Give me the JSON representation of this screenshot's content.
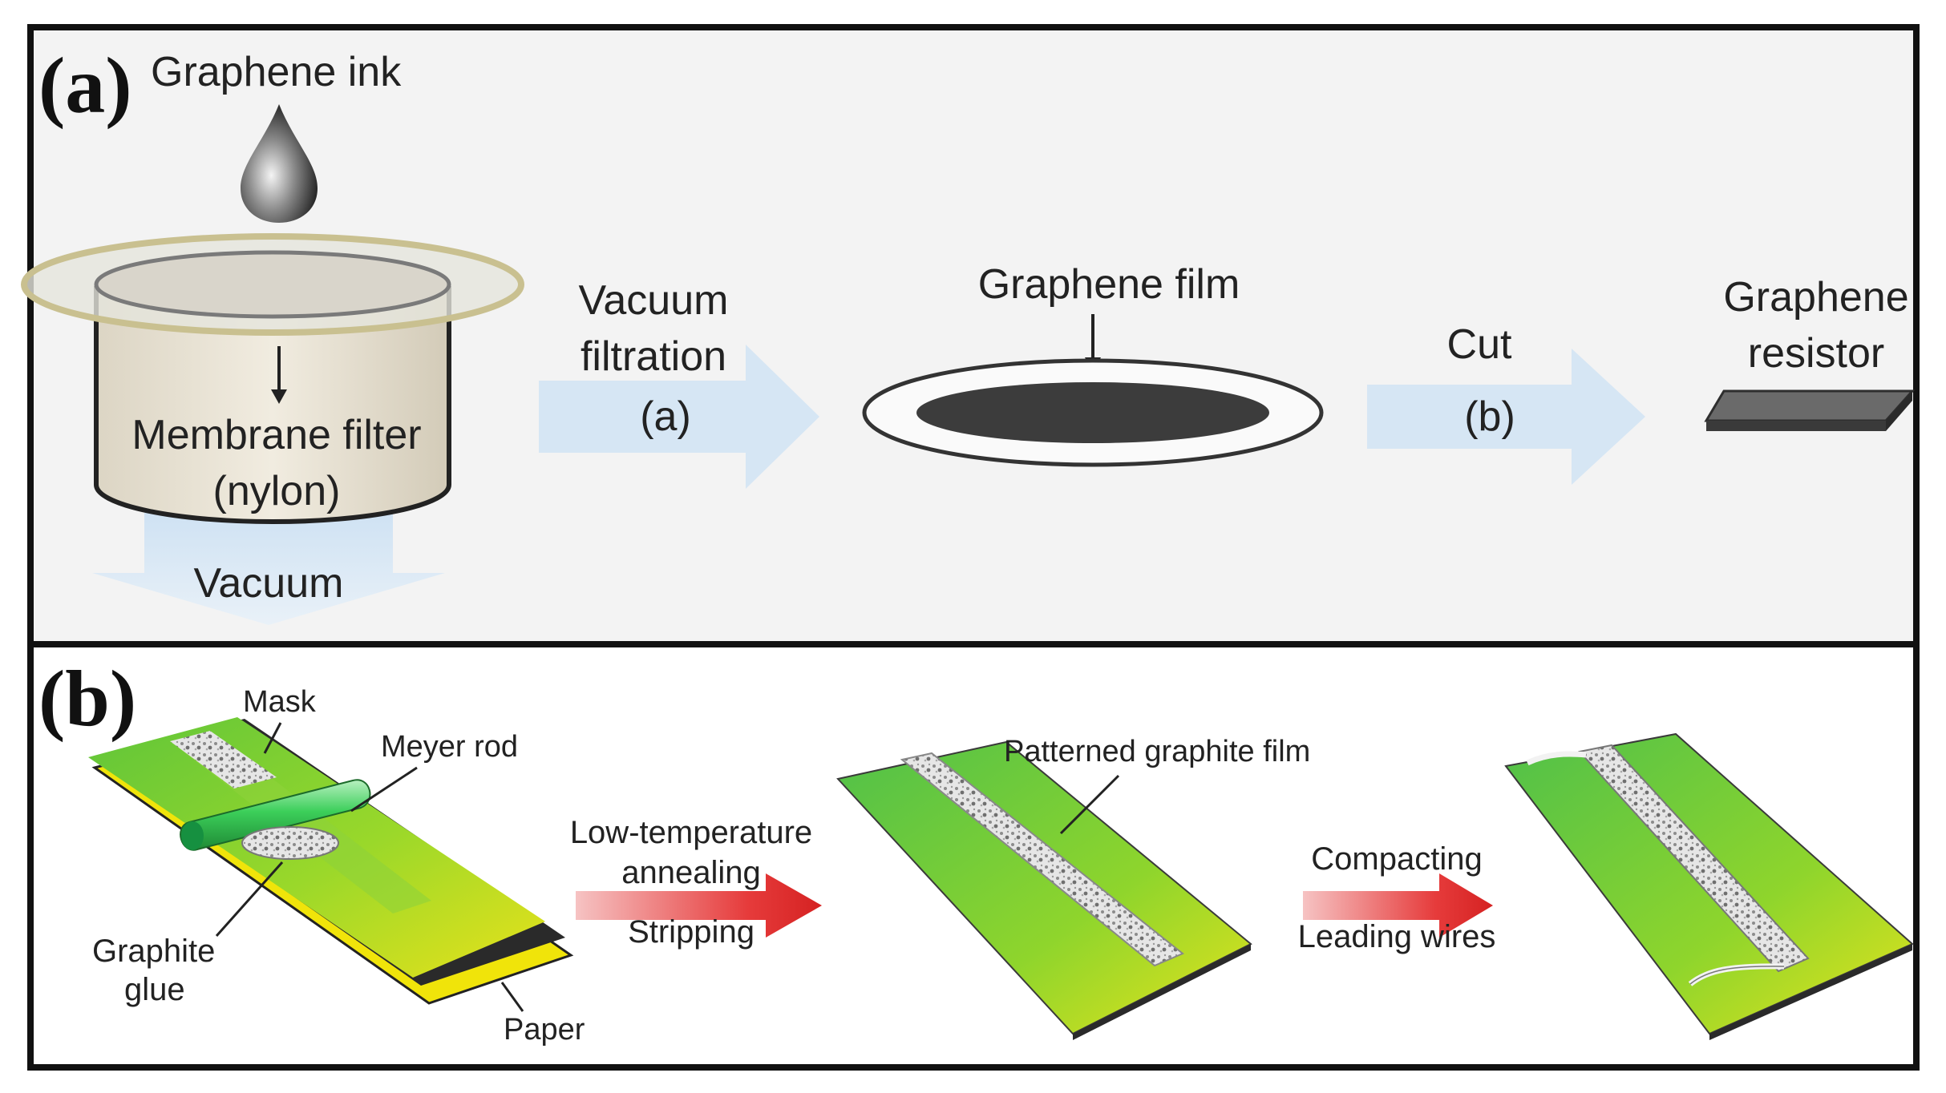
{
  "panel_a": {
    "letter": "(a)",
    "ink_label": "Graphene ink",
    "filter_label_line1": "Membrane filter",
    "filter_label_line2": "(nylon)",
    "vacuum_label": "Vacuum",
    "arrow1_line1": "Vacuum",
    "arrow1_line2": "filtration",
    "arrow1_line3": "(a)",
    "film_label": "Graphene film",
    "arrow2_line1": "Cut",
    "arrow2_line2": "(b)",
    "resistor_line1": "Graphene",
    "resistor_line2": "resistor"
  },
  "panel_b": {
    "letter": "(b)",
    "mask_label": "Mask",
    "rod_label": "Meyer rod",
    "glue_line1": "Graphite",
    "glue_line2": "glue",
    "paper_label": "Paper",
    "step1_line1": "Low-temperature",
    "step1_line2": "annealing",
    "step1_line3": "Stripping",
    "film_label": "Patterned graphite film",
    "step2_line1": "Compacting",
    "step2_line2": "Leading wires"
  },
  "colors": {
    "panel_a_bg": "#f3f3f3",
    "blue_arrow": "#d6e6f4",
    "red_arrow": "#e83a3a",
    "green_substrate": "#7ed321",
    "yellow_substrate": "#f2e600",
    "graphite_gray": "#444444"
  }
}
